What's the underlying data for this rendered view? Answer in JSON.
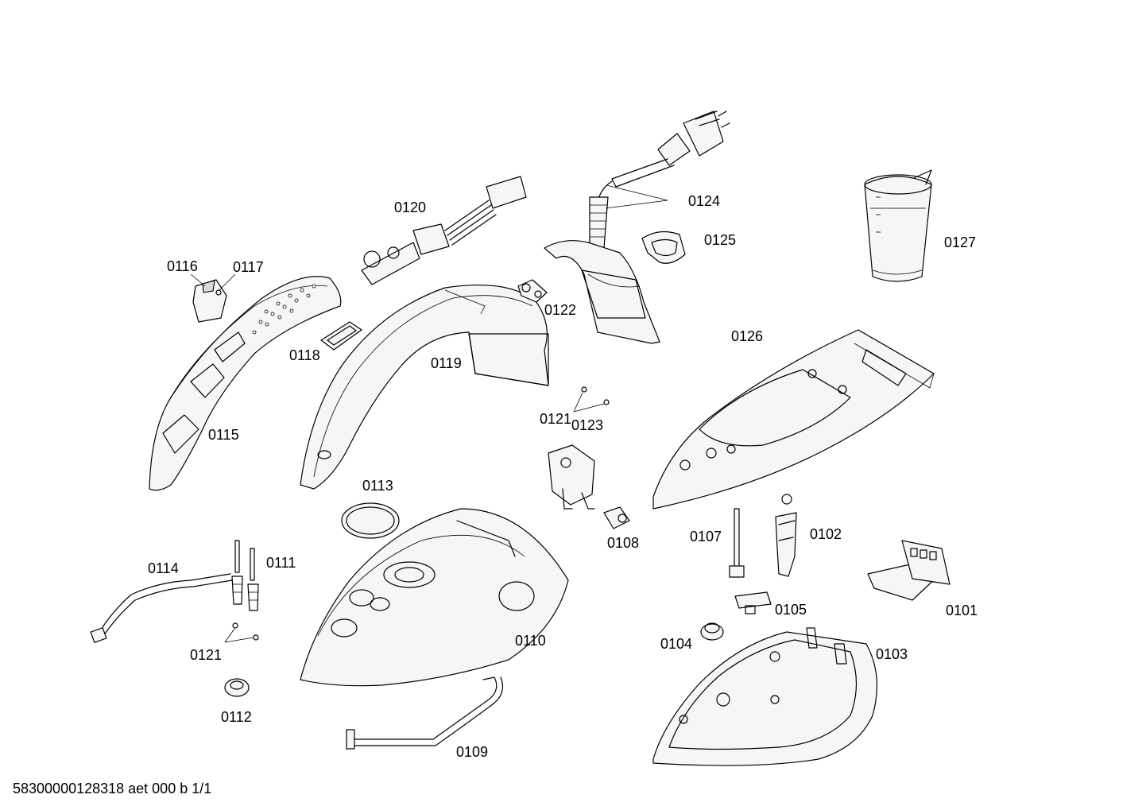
{
  "labels": {
    "p0101": "0101",
    "p0102": "0102",
    "p0103": "0103",
    "p0104": "0104",
    "p0105": "0105",
    "p0107": "0107",
    "p0108": "0108",
    "p0109": "0109",
    "p0110": "0110",
    "p0111": "0111",
    "p0112": "0112",
    "p0113": "0113",
    "p0114": "0114",
    "p0115": "0115",
    "p0116": "0116",
    "p0117": "0117",
    "p0118": "0118",
    "p0119": "0119",
    "p0120": "0120",
    "p0121a": "0121",
    "p0121b": "0121",
    "p0122": "0122",
    "p0123": "0123",
    "p0124": "0124",
    "p0125": "0125",
    "p0126": "0126",
    "p0127": "0127"
  },
  "footer": "58300000128318 aet 000 b 1/1"
}
